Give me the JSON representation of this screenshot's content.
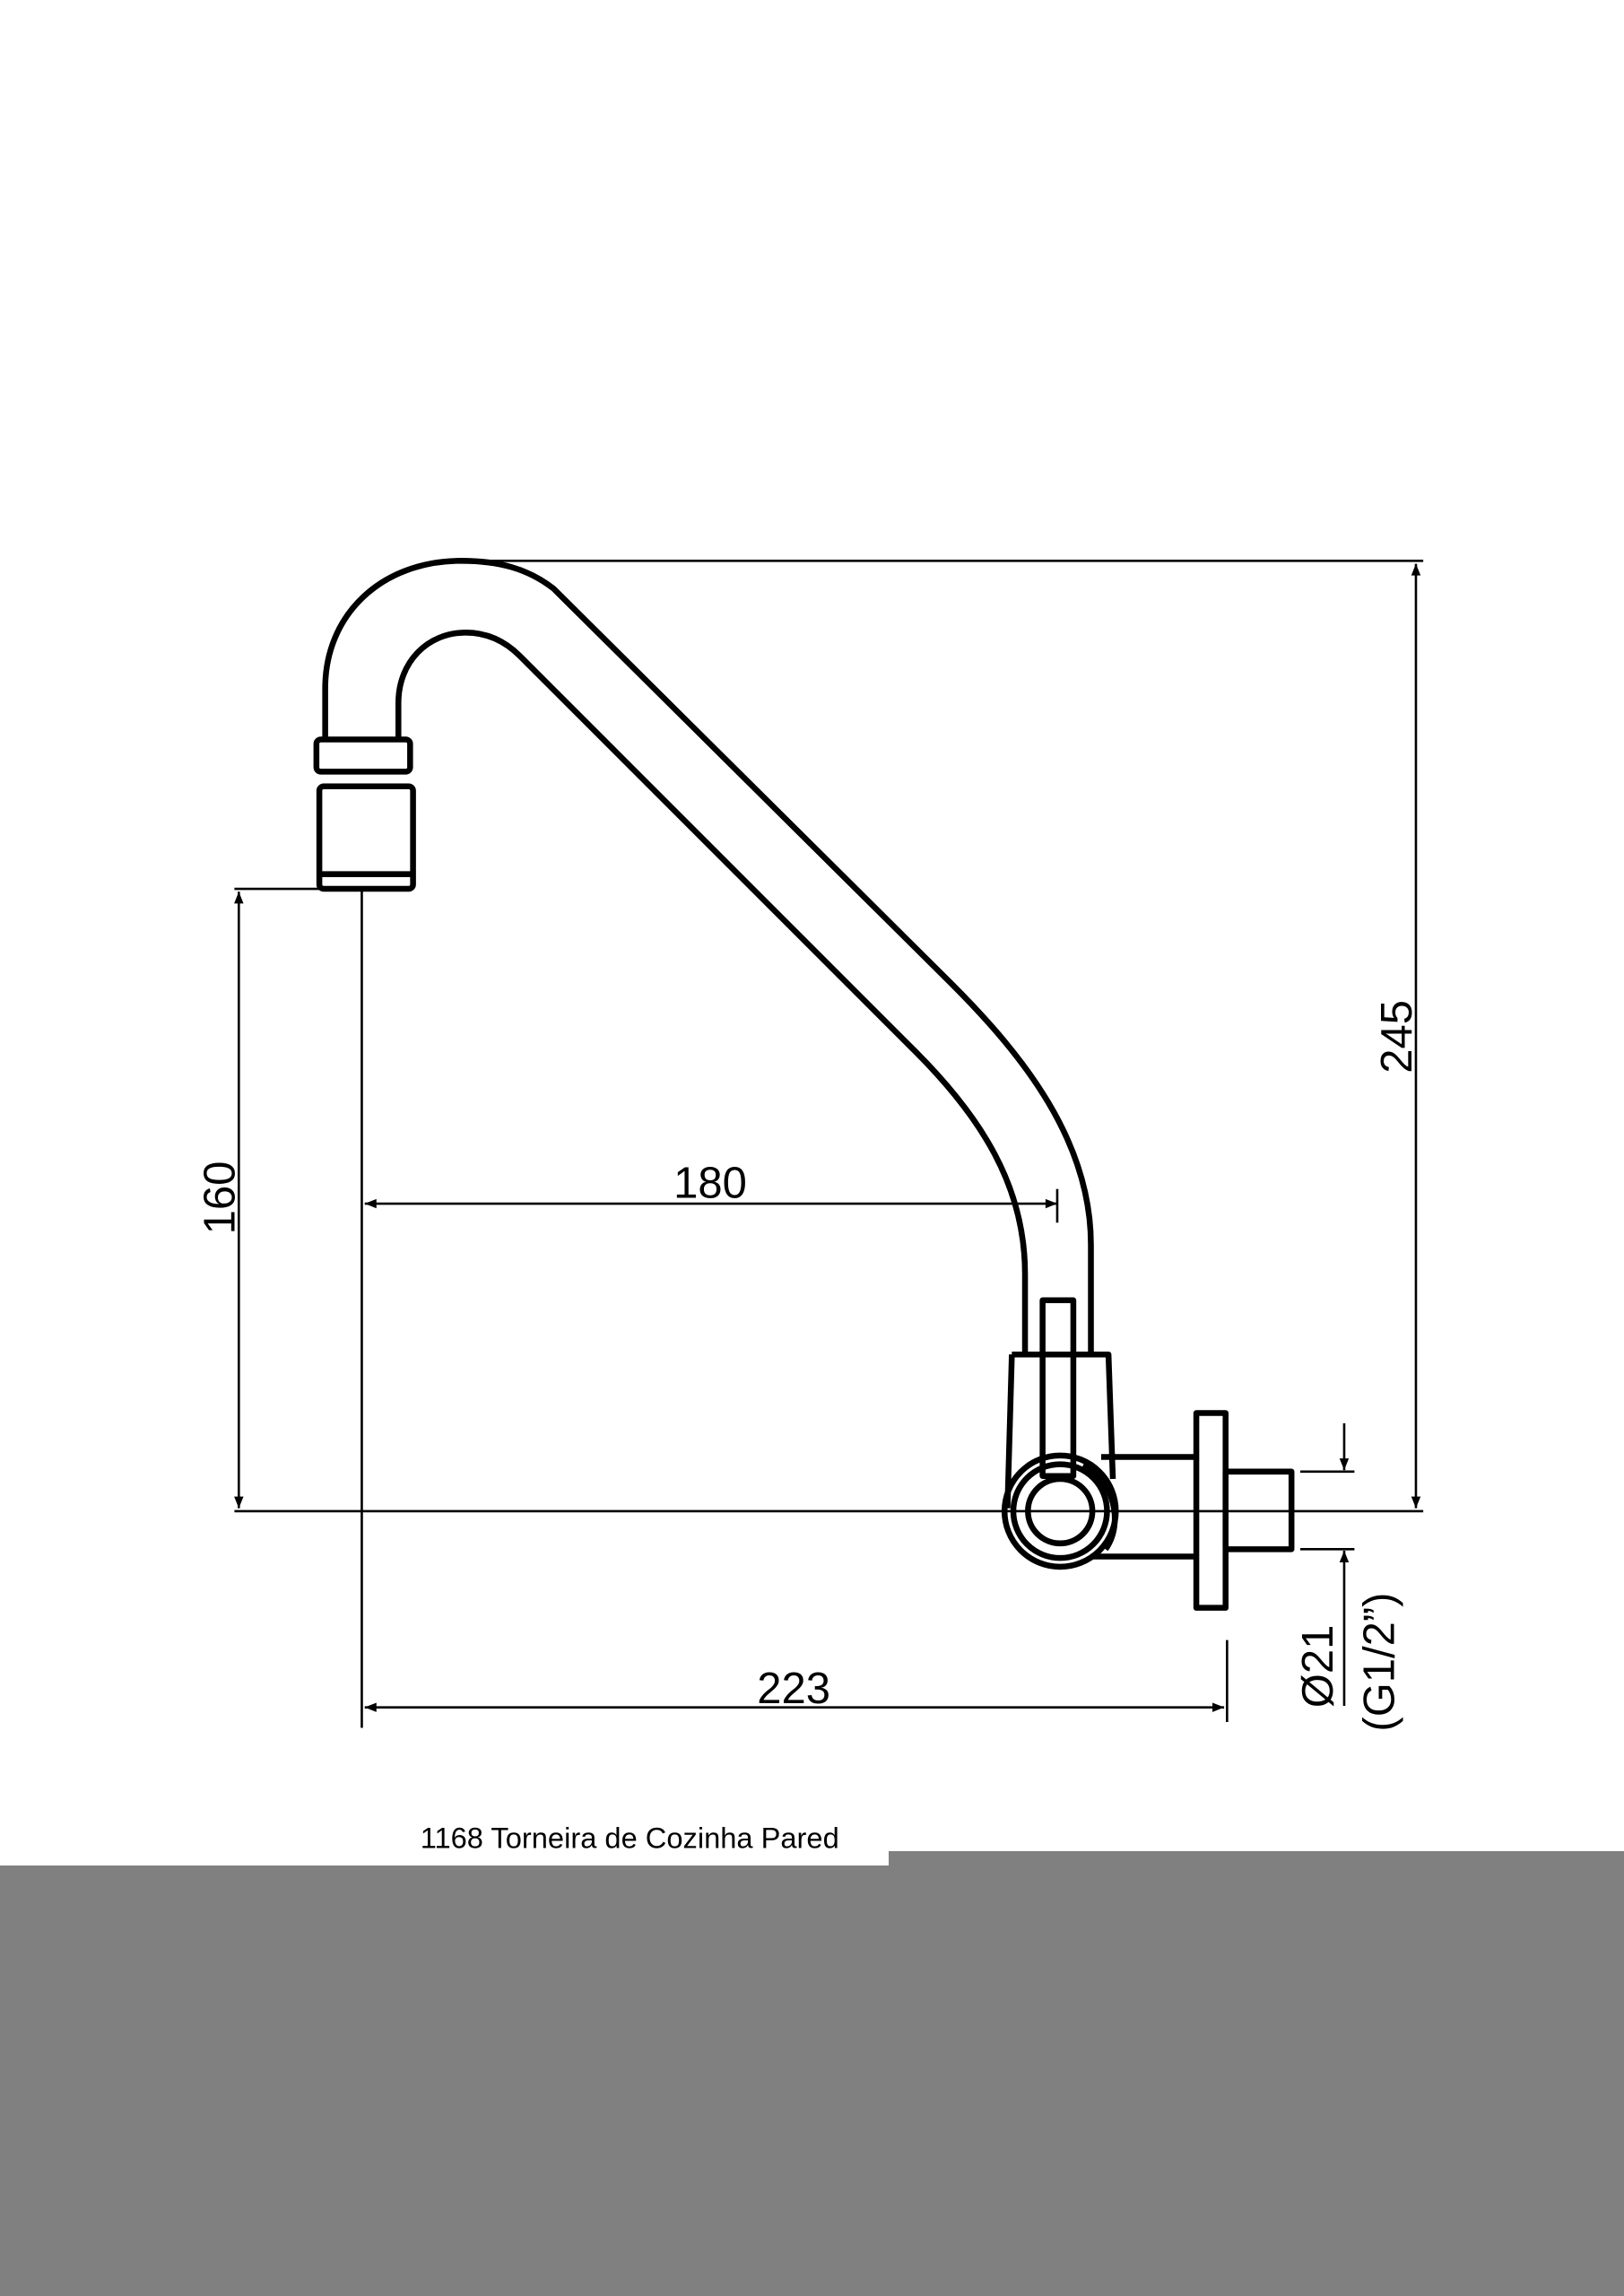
{
  "drawing": {
    "dimensions": {
      "height_total": "245",
      "spout_height": "160",
      "spout_reach": "180",
      "total_reach": "223",
      "diameter": "Ø21",
      "thread": "(G1/2”)"
    },
    "caption": "1168 Torneira de Cozinha Pared"
  },
  "colors": {
    "mask": "#808080",
    "line": "#000000"
  }
}
